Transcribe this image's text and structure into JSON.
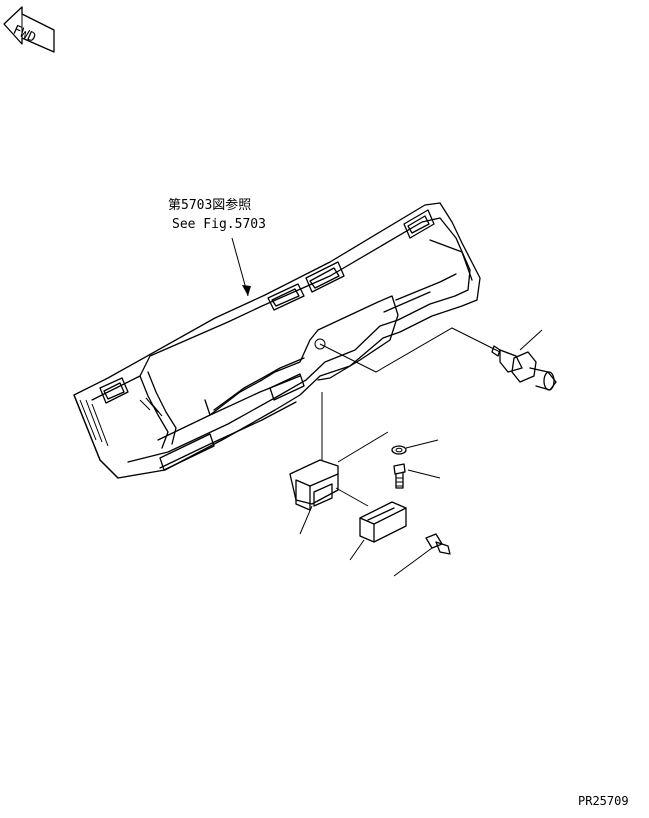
{
  "fwd_label": "FWD",
  "reference": {
    "line_jp": "第5703図参照",
    "line_en": "See Fig.5703"
  },
  "drawing_number": "PR25709",
  "parts": [
    {
      "name": "switch-assembly"
    },
    {
      "name": "washer"
    },
    {
      "name": "bolt"
    },
    {
      "name": "bracket"
    },
    {
      "name": "cover-box"
    },
    {
      "name": "screw"
    }
  ]
}
